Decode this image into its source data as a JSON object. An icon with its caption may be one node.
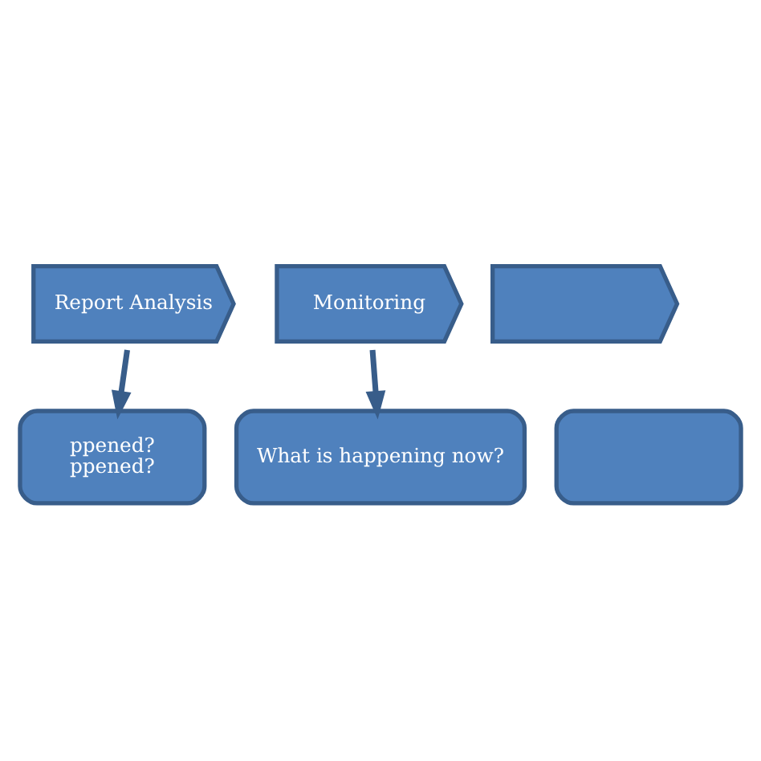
{
  "diagram": {
    "nodes": [
      {
        "text": [
          "Report Analysis"
        ]
      },
      {
        "text": [
          "Monitoring"
        ]
      },
      {
        "text": [],
        "shape": "chevron"
      },
      {
        "text": [
          "ppened?",
          "ppened?"
        ]
      },
      {
        "text": [
          "What is happening now?"
        ]
      },
      {
        "text": [],
        "shape": "box"
      }
    ],
    "edges": [
      {
        "from": 0,
        "to": 3,
        "arrow": "to"
      },
      {
        "from": 1,
        "to": 4,
        "arrow": "to"
      }
    ]
  }
}
